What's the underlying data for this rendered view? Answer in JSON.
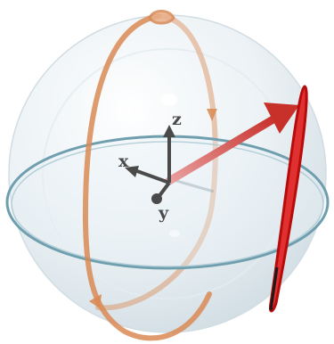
{
  "diagram": {
    "axes": {
      "x_label": "x",
      "y_label": "y",
      "z_label": "z"
    },
    "colors": {
      "sphere": "#d7e4ea",
      "equator": "#6f9fae",
      "orange_ring": "#d98a55",
      "vector": "#d94a4a",
      "red_ring": "#d01818",
      "axes": "#4a4a4a"
    }
  }
}
